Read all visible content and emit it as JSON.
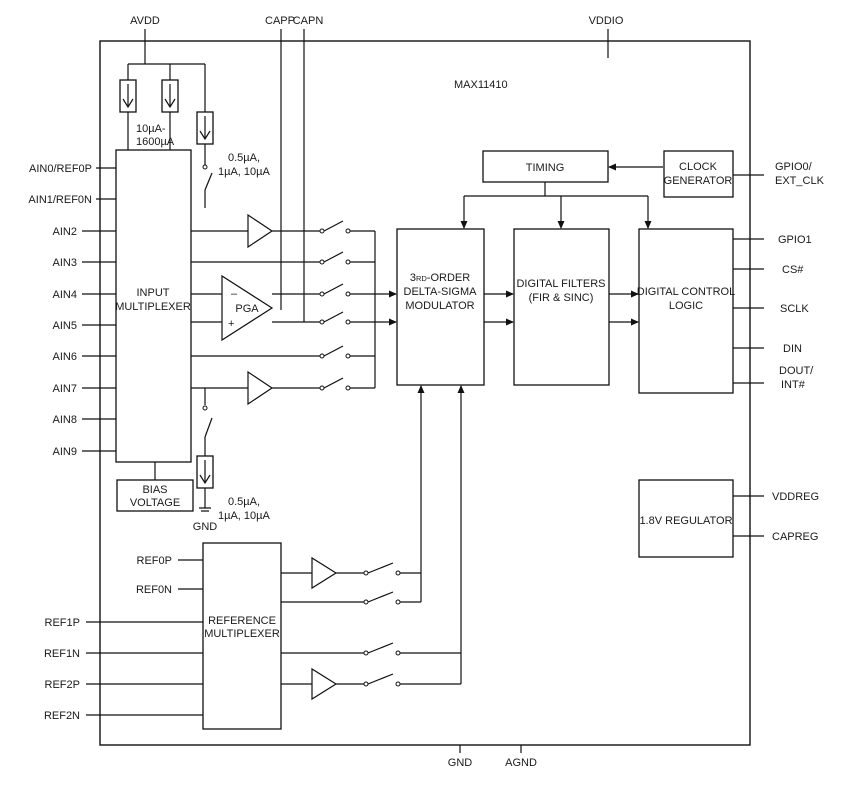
{
  "chip_name": "MAX11410",
  "top_pins": {
    "avdd": "AVDD",
    "capp": "CAPP",
    "capn": "CAPN",
    "vddio": "VDDIO"
  },
  "bottom_pins": {
    "gnd": "GND",
    "agnd": "AGND"
  },
  "left_pins": [
    "AIN0/REF0P",
    "AIN1/REF0N",
    "AIN2",
    "AIN3",
    "AIN4",
    "AIN5",
    "AIN6",
    "AIN7",
    "AIN8",
    "AIN9"
  ],
  "ref_pins": [
    "REF1P",
    "REF1N",
    "REF2P",
    "REF2N"
  ],
  "ref_inner_pins": [
    "REF0P",
    "REF0N"
  ],
  "right_pins": [
    "GPIO0/",
    "EXT_CLK",
    "GPIO1",
    "CS#",
    "SCLK",
    "DIN",
    "DOUT/",
    "INT#",
    "VDDREG",
    "CAPREG"
  ],
  "current_source_top": [
    "10µA-",
    "1600µA"
  ],
  "burnout_top": [
    "0.5µA,",
    "1µA, 10µA"
  ],
  "burnout_bottom": [
    "0.5µA,",
    "1µA, 10µA"
  ],
  "gnd_label": "GND",
  "blocks": {
    "input_mux": [
      "INPUT",
      "MULTIPLEXER"
    ],
    "bias": [
      "BIAS",
      "VOLTAGE"
    ],
    "pga": "PGA",
    "pga_minus": "–",
    "pga_plus": "+",
    "modulator_lead": "3",
    "modulator_sup": "RD",
    "modulator_rest": "-ORDER",
    "modulator": [
      "DELTA-SIGMA",
      "MODULATOR"
    ],
    "timing": "TIMING",
    "clock": [
      "CLOCK",
      "GENERATOR"
    ],
    "filters": [
      "DIGITAL FILTERS",
      "(FIR & SINC)"
    ],
    "logic": [
      "DIGITAL CONTROL",
      "LOGIC"
    ],
    "regulator": "1.8V REGULATOR",
    "ref_mux": [
      "REFERENCE",
      "MULTIPLEXER"
    ]
  }
}
